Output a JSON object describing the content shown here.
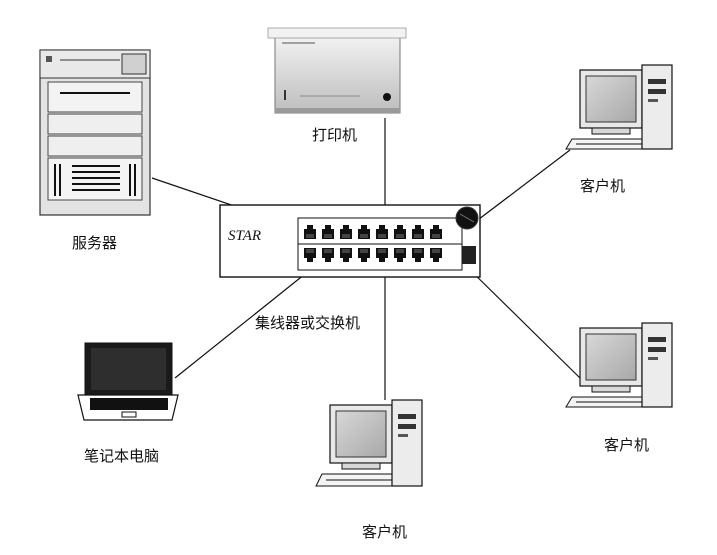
{
  "hub": {
    "brand": "STAR",
    "caption": "集线器或交换机"
  },
  "nodes": {
    "server": {
      "label": "服务器"
    },
    "printer": {
      "label": "打印机"
    },
    "client_top_right": {
      "label": "客户机"
    },
    "client_right": {
      "label": "客户机"
    },
    "client_bottom": {
      "label": "客户机"
    },
    "laptop": {
      "label": "笔记本电脑"
    }
  }
}
